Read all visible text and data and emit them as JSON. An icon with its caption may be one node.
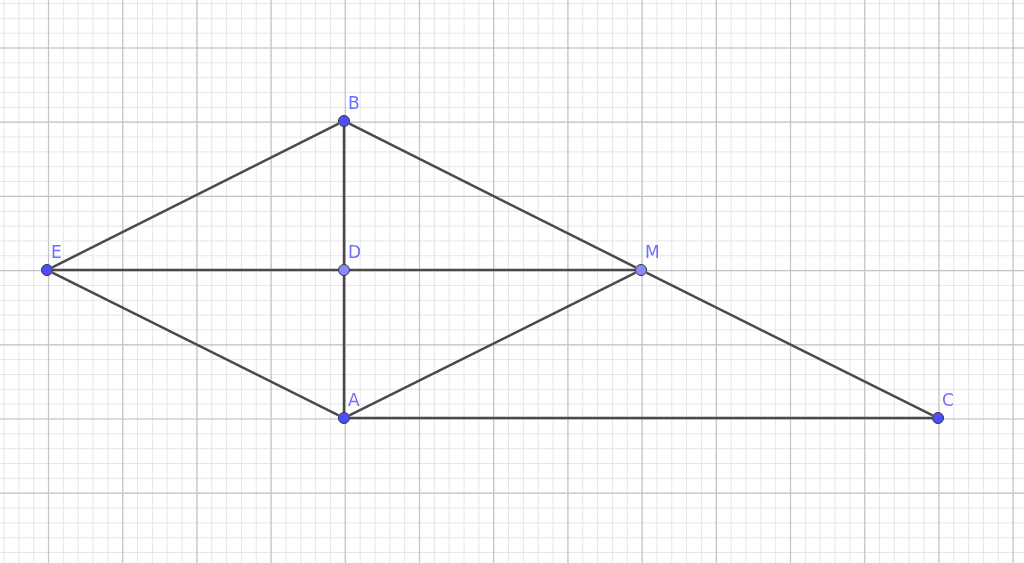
{
  "diagram": {
    "nodes": [
      {
        "text": [
          "B"
        ]
      },
      {
        "text": [
          "E"
        ]
      },
      {
        "text": [
          "D"
        ]
      },
      {
        "text": [
          "M"
        ]
      },
      {
        "text": [
          "A"
        ]
      },
      {
        "text": [
          "C"
        ]
      }
    ],
    "edges": [
      {
        "from": 1,
        "to": 0,
        "arrow": "none"
      },
      {
        "from": 0,
        "to": 3,
        "arrow": "none"
      },
      {
        "from": 0,
        "to": 2,
        "arrow": "none"
      },
      {
        "from": 2,
        "to": 4,
        "arrow": "none"
      },
      {
        "from": 1,
        "to": 2,
        "arrow": "none"
      },
      {
        "from": 2,
        "to": 3,
        "arrow": "none"
      },
      {
        "from": 1,
        "to": 4,
        "arrow": "none"
      },
      {
        "from": 4,
        "to": 3,
        "arrow": "none"
      },
      {
        "from": 3,
        "to": 5,
        "arrow": "none"
      },
      {
        "from": 4,
        "to": 5,
        "arrow": "none"
      }
    ]
  }
}
